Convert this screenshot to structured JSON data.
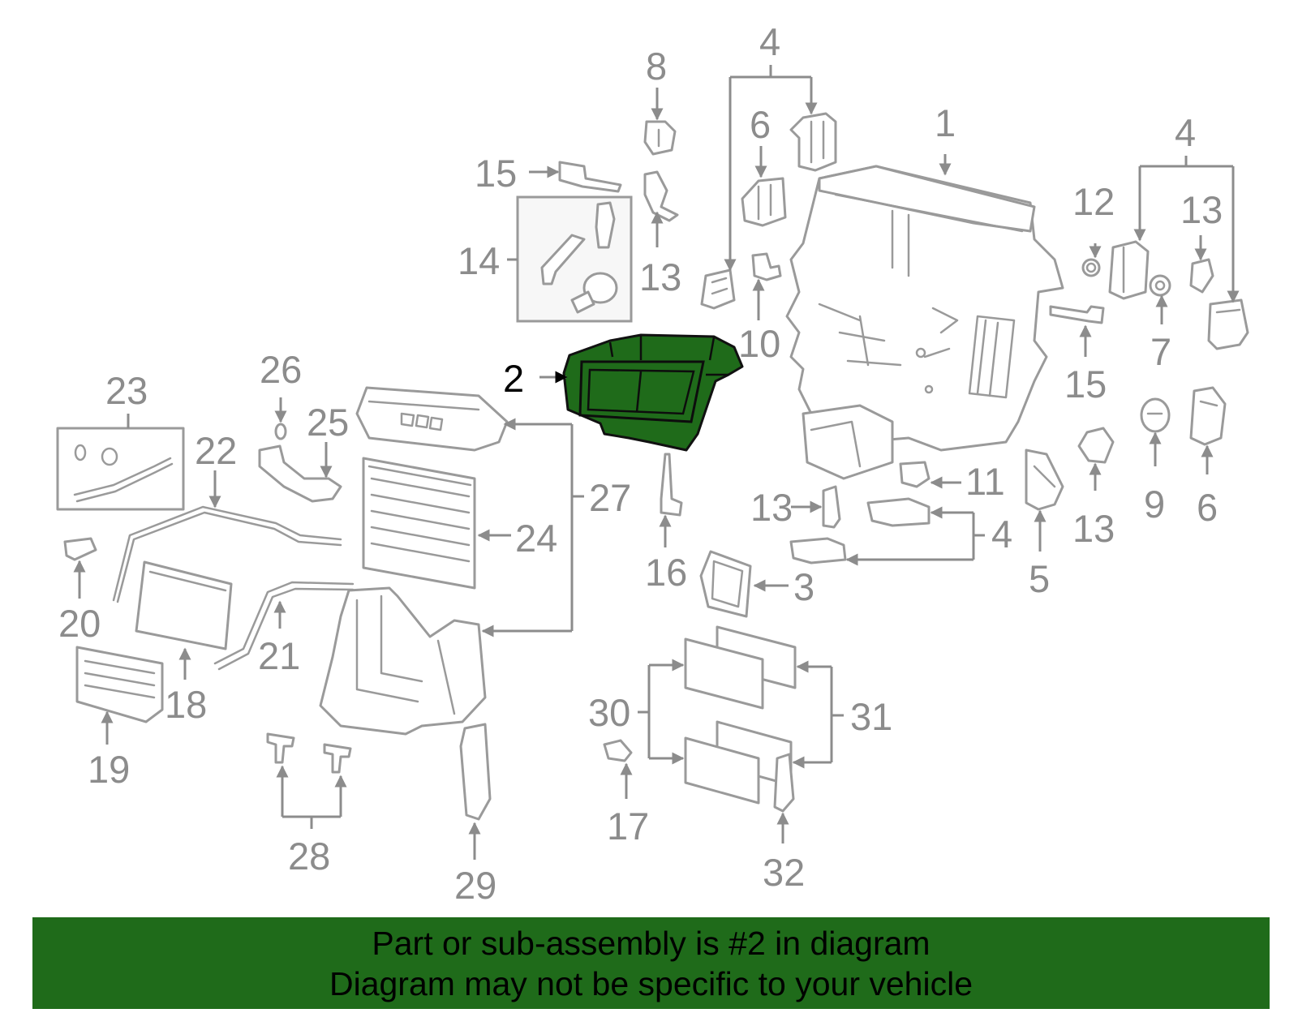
{
  "colors": {
    "highlight": "#1f6b1a",
    "banner": "#1f6b1a",
    "part_stroke": "#9a9a9a",
    "label_text": "#8c8c8c",
    "highlight_label": "#000000"
  },
  "callouts": {
    "c1": "1",
    "c2": "2",
    "c3": "3",
    "c4a": "4",
    "c4b": "4",
    "c4c": "4",
    "c5": "5",
    "c6a": "6",
    "c6b": "6",
    "c7": "7",
    "c8": "8",
    "c9": "9",
    "c10": "10",
    "c11": "11",
    "c12": "12",
    "c13a": "13",
    "c13b": "13",
    "c13c": "13",
    "c13d": "13",
    "c14": "14",
    "c15a": "15",
    "c15b": "15",
    "c16": "16",
    "c17": "17",
    "c18": "18",
    "c19": "19",
    "c20": "20",
    "c21": "21",
    "c22": "22",
    "c23": "23",
    "c24": "24",
    "c25": "25",
    "c26": "26",
    "c27": "27",
    "c28": "28",
    "c29": "29",
    "c30": "30",
    "c31": "31",
    "c32": "32"
  },
  "banner": {
    "line1": "Part or sub-assembly is #2 in diagram",
    "line2": "Diagram may not be specific to your vehicle"
  }
}
